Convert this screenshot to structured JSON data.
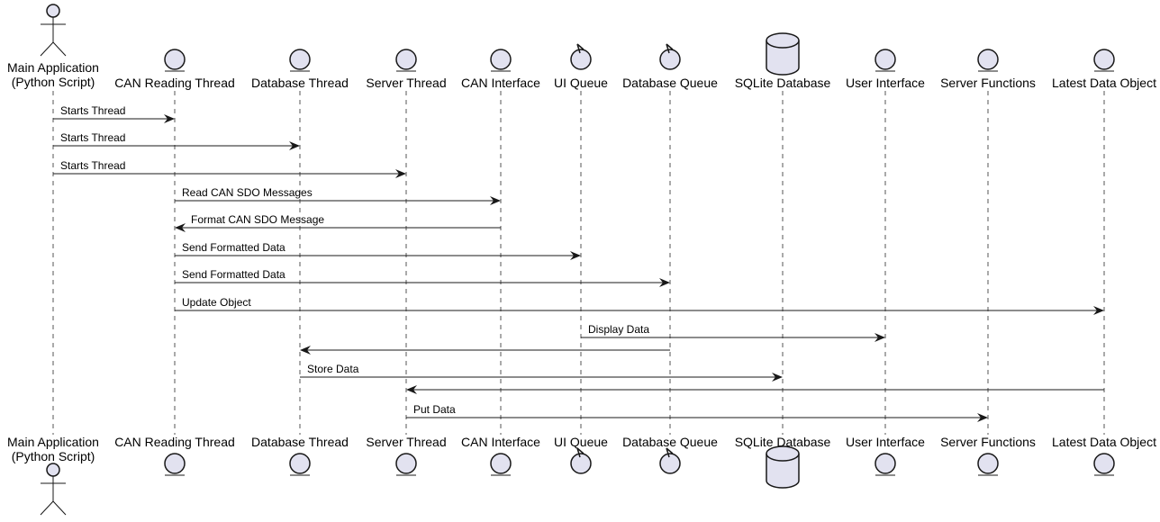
{
  "participants": [
    {
      "id": "main",
      "kind": "actor",
      "lines": [
        "Main Application",
        "(Python Script)"
      ]
    },
    {
      "id": "can_reader",
      "kind": "entity",
      "lines": [
        "CAN Reading Thread"
      ]
    },
    {
      "id": "db_thread",
      "kind": "entity",
      "lines": [
        "Database Thread"
      ]
    },
    {
      "id": "server_thread",
      "kind": "entity",
      "lines": [
        "Server Thread"
      ]
    },
    {
      "id": "can_iface",
      "kind": "entity",
      "lines": [
        "CAN Interface"
      ]
    },
    {
      "id": "ui_queue",
      "kind": "control",
      "lines": [
        "UI Queue"
      ]
    },
    {
      "id": "db_queue",
      "kind": "control",
      "lines": [
        "Database Queue"
      ]
    },
    {
      "id": "sqlite",
      "kind": "database",
      "lines": [
        "SQLite Database"
      ]
    },
    {
      "id": "ui",
      "kind": "entity",
      "lines": [
        "User Interface"
      ]
    },
    {
      "id": "server_funcs",
      "kind": "entity",
      "lines": [
        "Server Functions"
      ]
    },
    {
      "id": "latest_obj",
      "kind": "entity",
      "lines": [
        "Latest Data Object"
      ]
    }
  ],
  "messages": [
    {
      "from": "main",
      "to": "can_reader",
      "label": "Starts Thread"
    },
    {
      "from": "main",
      "to": "db_thread",
      "label": "Starts Thread"
    },
    {
      "from": "main",
      "to": "server_thread",
      "label": "Starts Thread"
    },
    {
      "from": "can_reader",
      "to": "can_iface",
      "label": "Read CAN SDO Messages"
    },
    {
      "from": "can_iface",
      "to": "can_reader",
      "label": "Format CAN SDO Message"
    },
    {
      "from": "can_reader",
      "to": "ui_queue",
      "label": "Send Formatted Data"
    },
    {
      "from": "can_reader",
      "to": "db_queue",
      "label": "Send Formatted Data"
    },
    {
      "from": "can_reader",
      "to": "latest_obj",
      "label": "Update Object"
    },
    {
      "from": "ui_queue",
      "to": "ui",
      "label": "Display Data"
    },
    {
      "from": "db_queue",
      "to": "db_thread",
      "label": ""
    },
    {
      "from": "db_thread",
      "to": "sqlite",
      "label": "Store Data"
    },
    {
      "from": "latest_obj",
      "to": "server_thread",
      "label": ""
    },
    {
      "from": "server_thread",
      "to": "server_funcs",
      "label": "Put Data"
    }
  ]
}
